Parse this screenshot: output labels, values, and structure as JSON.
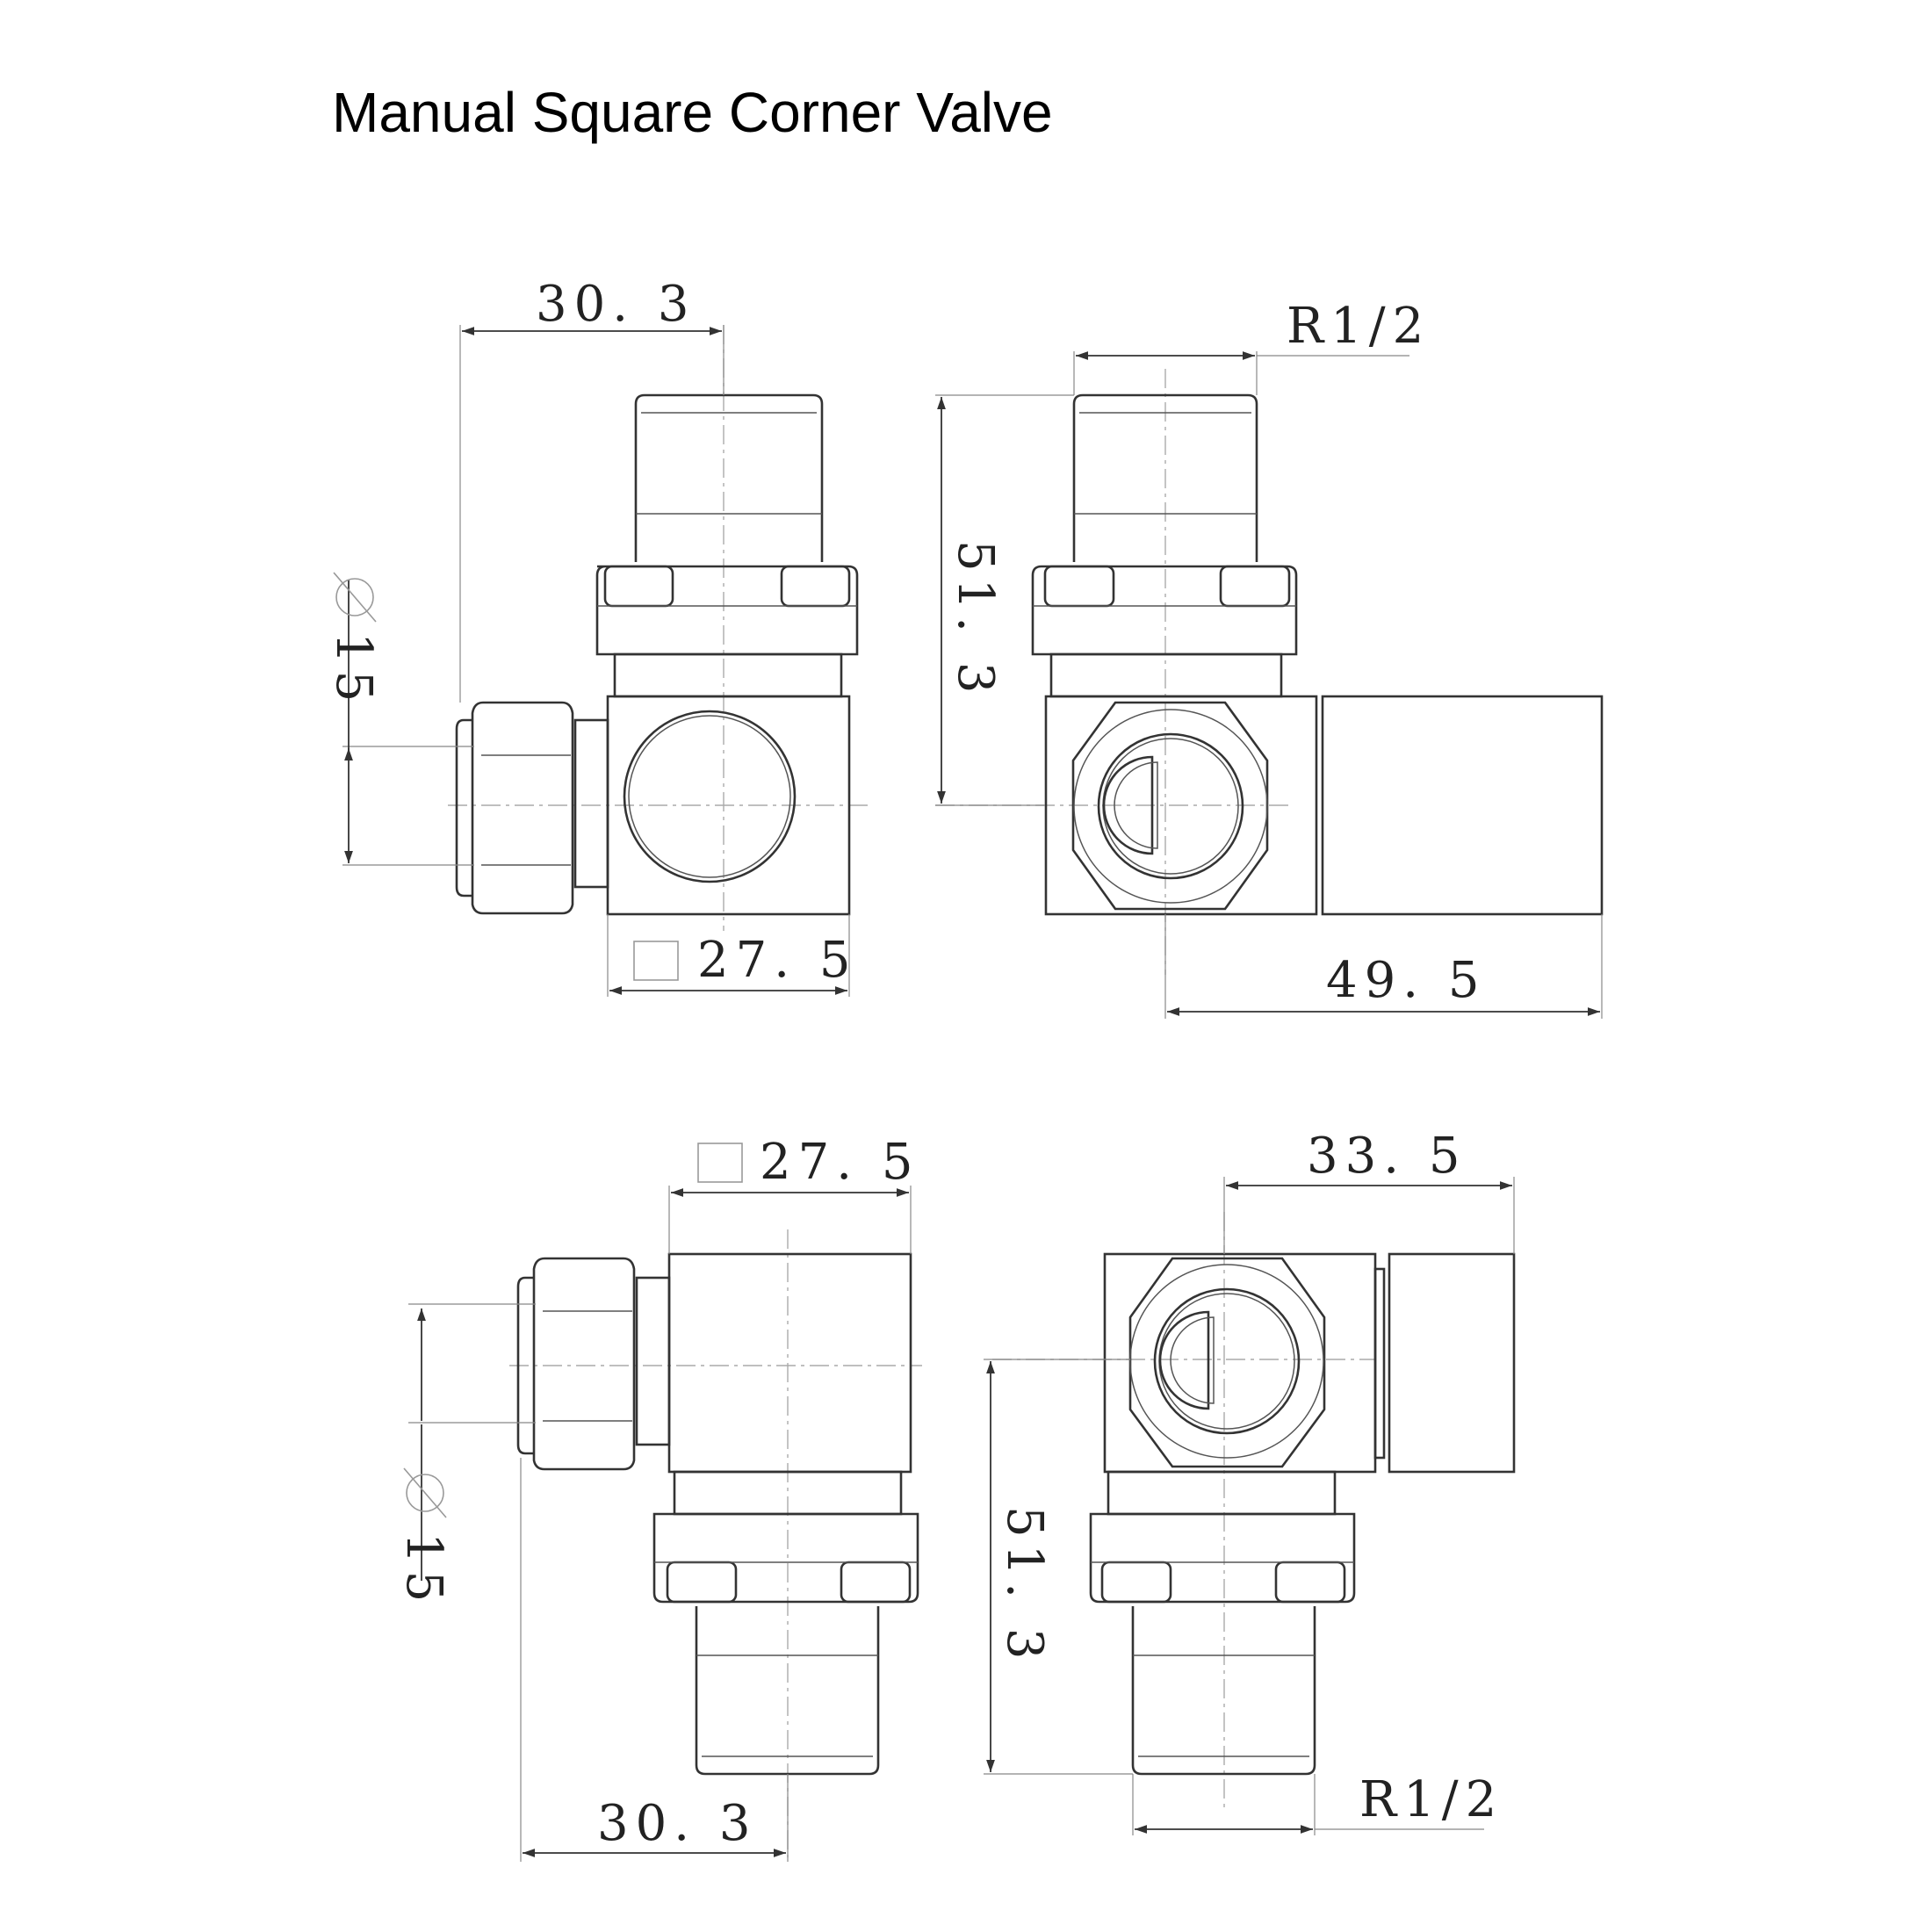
{
  "title": "Manual Square Corner Valve",
  "dimensions": {
    "v1_top_width": "30. 3",
    "v1_body_square": "27. 5",
    "v1_pipe_diameter": "15",
    "v2_thread": "R1/2",
    "v2_height": "51. 3",
    "v2_total_width": "49. 5",
    "v3_body_square": "27. 5",
    "v3_pipe_diameter": "15",
    "v3_bottom_width": "30. 3",
    "v4_width": "33. 5",
    "v4_height": "51. 3",
    "v4_thread": "R1/2"
  },
  "symbols": {
    "diameter": "diameter-symbol",
    "square": "square-symbol"
  }
}
